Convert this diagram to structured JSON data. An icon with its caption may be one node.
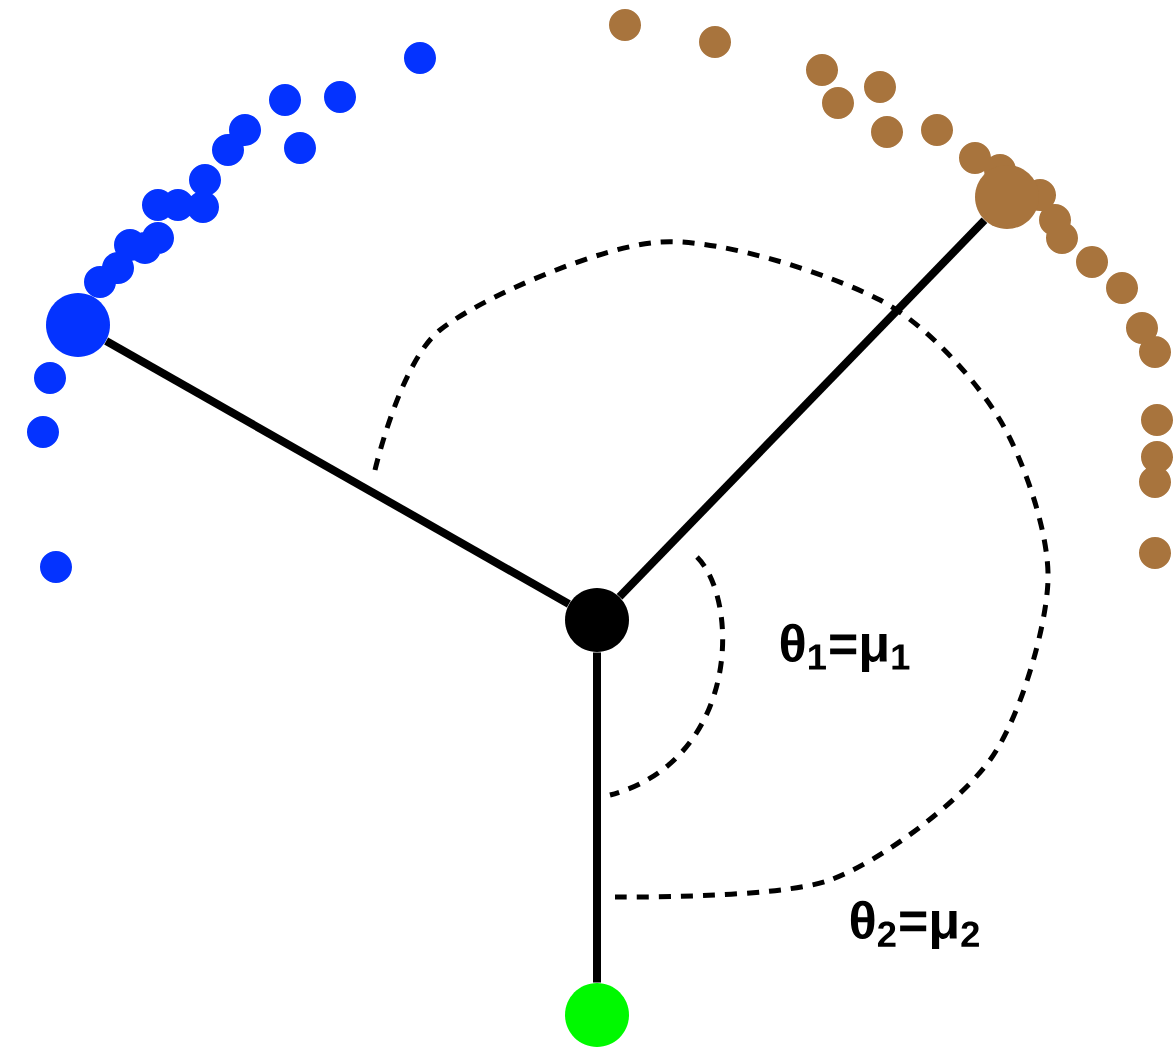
{
  "diagram": {
    "nodes": [
      {
        "text": [],
        "shape": "circle"
      },
      {
        "text": [],
        "shape": "circle"
      },
      {
        "text": [],
        "shape": "circle"
      },
      {
        "text": [],
        "shape": "circle"
      }
    ],
    "edges": [
      {
        "from": 0,
        "to": 1,
        "arrow": "none"
      },
      {
        "from": 0,
        "to": 2,
        "arrow": "none"
      },
      {
        "from": 0,
        "to": 3,
        "arrow": "none"
      }
    ],
    "labels": [
      "θ$_{1}$=μ$_{1}$",
      "θ$_{2}$=μ$_{2}$"
    ]
  }
}
